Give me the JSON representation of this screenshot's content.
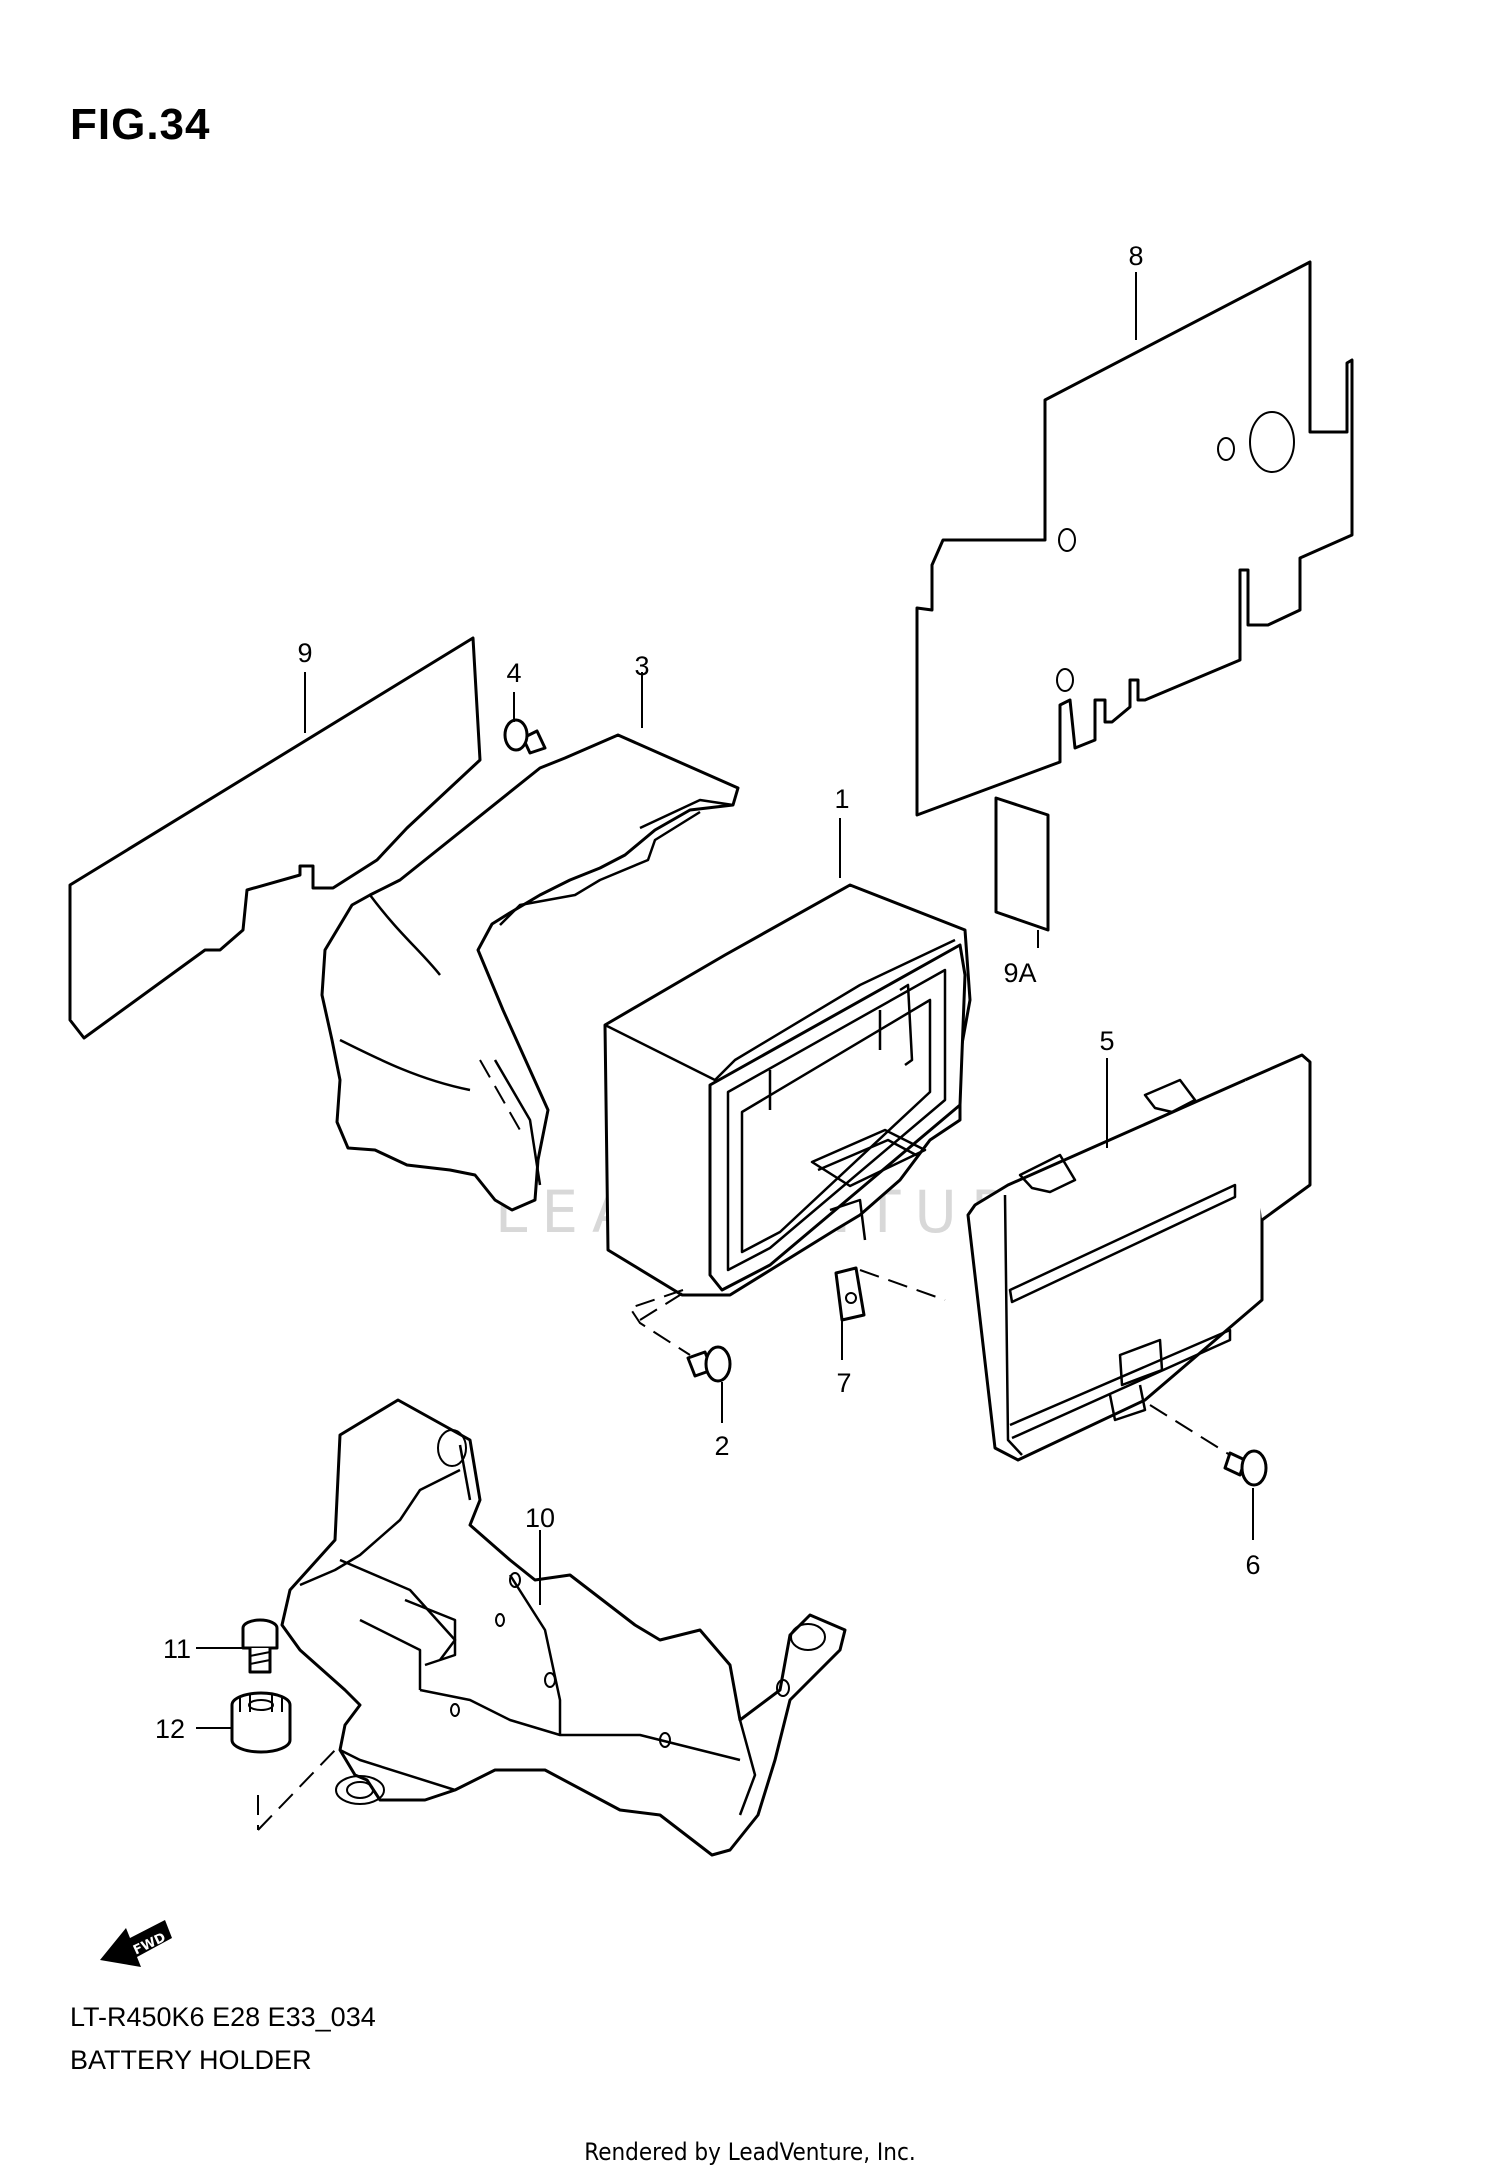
{
  "figure": {
    "title": "FIG.34",
    "model_code": "LT-R450K6 E28 E33_034",
    "caption": "BATTERY HOLDER"
  },
  "watermark": "LEADVENTURE",
  "fwd_label": "FWD",
  "footer": "Rendered by LeadVenture, Inc.",
  "callouts": {
    "c1": "1",
    "c2": "2",
    "c3": "3",
    "c4": "4",
    "c5": "5",
    "c6": "6",
    "c7": "7",
    "c8": "8",
    "c9": "9",
    "c9a": "9A",
    "c10": "10",
    "c11": "11",
    "c12": "12"
  }
}
